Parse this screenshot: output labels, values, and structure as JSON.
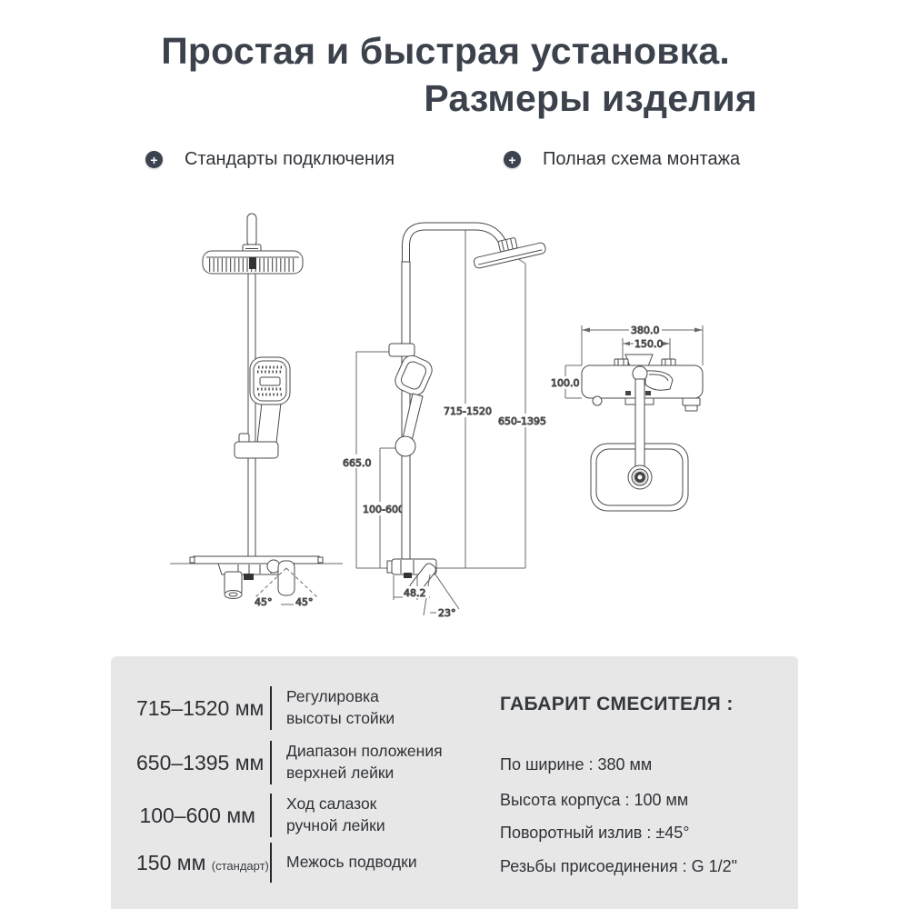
{
  "header": {
    "title_line1": "Простая и быстрая установка.",
    "title_line2": "Размеры изделия"
  },
  "features": [
    {
      "icon": "plus-circle-icon",
      "glyph": "+",
      "label": "Стандарты подключения"
    },
    {
      "icon": "plus-circle-icon",
      "glyph": "+",
      "label": "Полная схема монтажа"
    }
  ],
  "drawings": {
    "front_view": {
      "swivel_left": "45°",
      "swivel_right": "45°"
    },
    "side_view": {
      "pole_height_range": "715-1520",
      "head_height_range": "650-1395",
      "rail_length": "665.0",
      "slider_travel": "100-600",
      "spout_offset": "48.2",
      "spout_angle": "23°"
    },
    "top_view": {
      "body_width": "380.0",
      "inlet_centers": "150.0",
      "body_depth": "100.0"
    }
  },
  "specs": {
    "rows": [
      {
        "value": "715–1520 мм",
        "note": "",
        "label_line1": "Регулировка",
        "label_line2": "высоты стойки"
      },
      {
        "value": "650–1395 мм",
        "note": "",
        "label_line1": "Диапазон положения",
        "label_line2": "верхней лейки"
      },
      {
        "value": "100–600 мм",
        "note": "",
        "label_line1": "Ход салазок",
        "label_line2": "ручной лейки"
      },
      {
        "value": "150 мм",
        "note": "(стандарт)",
        "label_line1": "Межось подводки",
        "label_line2": ""
      }
    ],
    "mixer": {
      "heading": "ГАБАРИТ СМЕСИТЕЛЯ :",
      "items": [
        "По ширине : 380 мм",
        "Высота корпуса : 100 мм",
        "Поворотный излив : ±45°",
        "Резьбы присоединения : G 1/2\""
      ]
    }
  },
  "colors": {
    "accent_dark": "#3c4350",
    "panel_bg": "#e7e7e7",
    "line": "#4a4a4a",
    "text": "#33363b"
  }
}
